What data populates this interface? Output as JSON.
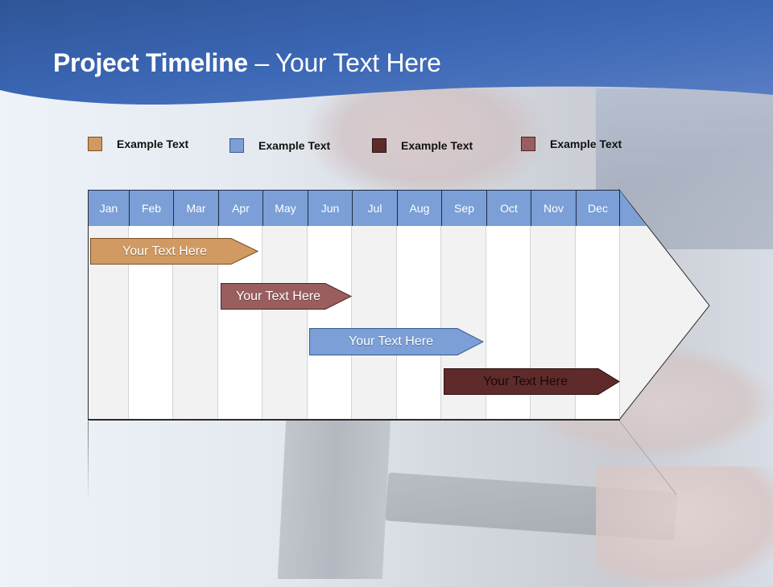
{
  "slide": {
    "title_bold": "Project Timeline",
    "title_rest": " – Your Text Here"
  },
  "legend": [
    {
      "label": "Example Text",
      "color": "#d09a62",
      "border": "#7a4f26"
    },
    {
      "label": "Example Text",
      "color": "#7b9fd6",
      "border": "#3a5a8c"
    },
    {
      "label": "Example Text",
      "color": "#5e2a2a",
      "border": "#2e1010"
    },
    {
      "label": "Example Text",
      "color": "#9a5e5e",
      "border": "#4a2424"
    }
  ],
  "timeline": {
    "months": [
      "Jan",
      "Feb",
      "Mar",
      "Apr",
      "May",
      "Jun",
      "Jul",
      "Aug",
      "Sep",
      "Oct",
      "Nov",
      "Dec"
    ],
    "header_color": "#7b9fd6",
    "bars": [
      {
        "label": "Your  Text Here",
        "start": "Jan",
        "end": "Apr",
        "color": "#d09a62",
        "text_color": "#ffffff"
      },
      {
        "label": "Your  Text Here",
        "start": "Apr",
        "end": "Jun",
        "color": "#9a5e5e",
        "text_color": "#ffffff"
      },
      {
        "label": "Your  Text Here",
        "start": "Jun",
        "end": "Sep",
        "color": "#7b9fd6",
        "text_color": "#ffffff"
      },
      {
        "label": "Your  Text Here",
        "start": "Sep",
        "end": "Dec",
        "color": "#5e2a2a",
        "text_color": "#1a0a0a"
      }
    ]
  }
}
